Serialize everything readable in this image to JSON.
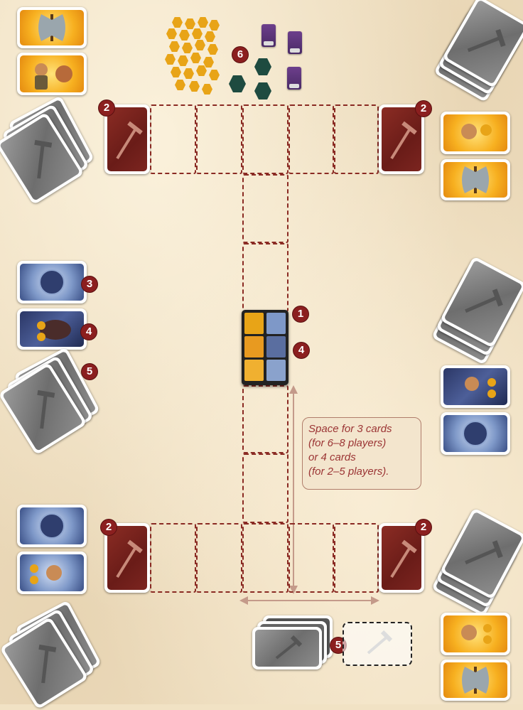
{
  "note": {
    "lines": [
      "Space for 3 cards",
      "(for 6–8 players)",
      "or 4 cards",
      "(for 2–5 players)."
    ]
  },
  "badges": {
    "b1": "1",
    "b2": "2",
    "b3": "3",
    "b4": "4",
    "b5": "5",
    "b6": "6"
  },
  "colors": {
    "board": "#f0e0c2",
    "slot_border": "#8a2a23",
    "badge": "#8b1f1f",
    "note_text": "#9b3434",
    "arrow": "#c49a8a"
  },
  "icons": {
    "card_back_grey": "pickaxe-hammer-icon",
    "card_back_brown": "hammer-pick-icon",
    "gold_axe": "double-axe-icon",
    "blue_round": "round-door-icon"
  }
}
